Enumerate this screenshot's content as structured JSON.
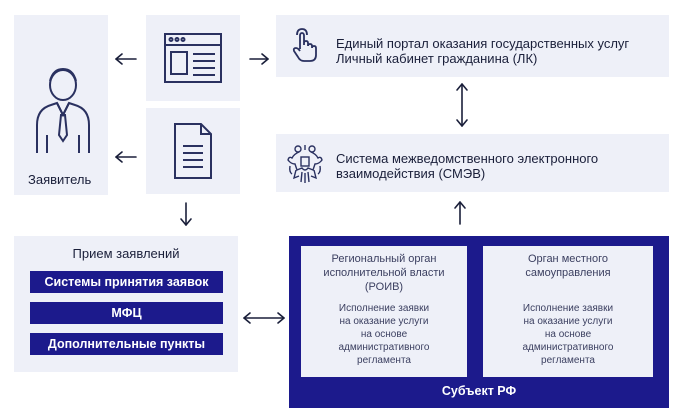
{
  "applicant": {
    "label": "Заявитель",
    "icon": "person-in-suit-icon"
  },
  "portal": {
    "icon": "hand-touch-icon",
    "line1": "Единый портал оказания государственных услуг",
    "line2": "Личный кабинет гражданина (ЛК)"
  },
  "portal_window_icon": "browser-window-icon",
  "document_icon": "document-icon",
  "smev": {
    "icon": "russian-eagle-emblem-icon",
    "line1": "Система межведомственного электронного",
    "line2": "взаимодействия (СМЭВ)"
  },
  "intake": {
    "title": "Прием заявлений",
    "buttons": [
      "Системы принятия заявок",
      "МФЦ",
      "Дополнительные пункты"
    ]
  },
  "subject": {
    "label": "Субъект РФ",
    "orgs": [
      {
        "title_line1": "Региональный орган",
        "title_line2": "исполнительной власти",
        "title_line3": "(РОИВ)",
        "desc": [
          "Исполнение заявки",
          "на оказание услуги",
          "на основе",
          "административного",
          "регламента"
        ]
      },
      {
        "title_line1": "Орган местного",
        "title_line2": "самоуправления",
        "title_line3": "",
        "desc": [
          "Исполнение заявки",
          "на оказание услуги",
          "на основе",
          "административного",
          "регламента"
        ]
      }
    ]
  },
  "colors": {
    "navy": "#1c1a8c",
    "panel": "#eef0f8",
    "icon": "#2a3160"
  }
}
